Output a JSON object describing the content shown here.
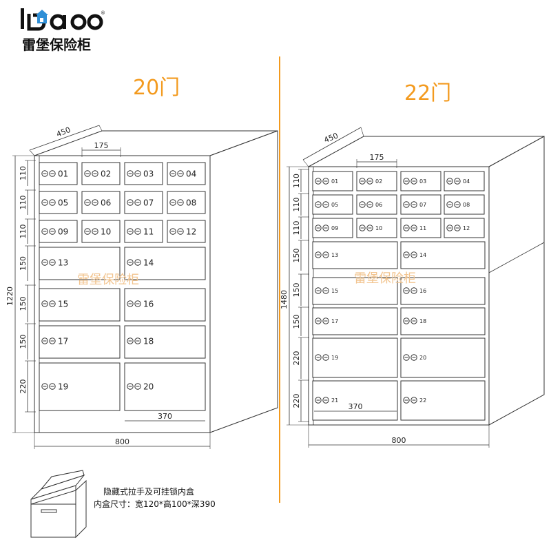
{
  "logo": {
    "word": "lbao",
    "brand": "雷堡保险柜",
    "reg": "®"
  },
  "left": {
    "title": "20门",
    "width_label": "800",
    "depth_label": "450",
    "height_label": "1220",
    "door_w_label": "175",
    "wide_w_label": "370",
    "row_labels": [
      "110",
      "110",
      "110",
      "150",
      "150",
      "150",
      "220"
    ],
    "doors": [
      "01",
      "02",
      "03",
      "04",
      "05",
      "06",
      "07",
      "08",
      "09",
      "10",
      "11",
      "12",
      "13",
      "14",
      "15",
      "16",
      "17",
      "18",
      "19",
      "20"
    ],
    "watermark": "雷堡保险柜"
  },
  "right": {
    "title": "22门",
    "width_label": "800",
    "depth_label": "450",
    "height_label": "1480",
    "door_w_label": "175",
    "wide_w_label": "370",
    "row_labels": [
      "110",
      "110",
      "110",
      "150",
      "150",
      "150",
      "220",
      "220"
    ],
    "doors": [
      "01",
      "02",
      "03",
      "04",
      "05",
      "06",
      "07",
      "08",
      "09",
      "10",
      "11",
      "12",
      "13",
      "14",
      "15",
      "16",
      "17",
      "18",
      "19",
      "20",
      "21",
      "22"
    ],
    "watermark": "雷堡保险柜"
  },
  "inner_box": {
    "line1": "隐藏式拉手及可挂锁内盒",
    "line2": "内盒尺寸：宽120*高100*深390"
  },
  "colors": {
    "accent": "#f39a1e",
    "line": "#333333",
    "brand_blue": "#2f8fd6",
    "watermark": "#f2c48f"
  }
}
